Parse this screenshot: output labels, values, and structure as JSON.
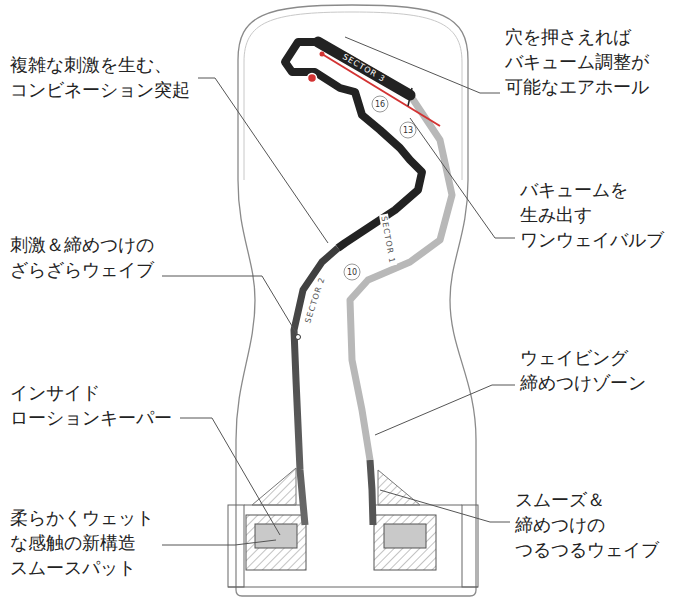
{
  "diagram": {
    "labels": [
      "穴を押さえれば バキューム調整が 可能なエアホール",
      "SECTOR 3",
      "複雑な刺激を生む、 コンビネーション突起",
      "16",
      "13",
      "バキュームを 生み出す ワンウェイバルブ",
      "刺激＆締めつけの ざらざらウェイブ",
      "SECTOR 1",
      "10",
      "SECTOR 2",
      "ウェイビング 締めつけゾーン",
      "インサイド ローションキーパー",
      "スムーズ＆ 締めつけの つるつるウェイブ",
      "柔らかくウェット な感触の新構造 スムースパット"
    ]
  }
}
